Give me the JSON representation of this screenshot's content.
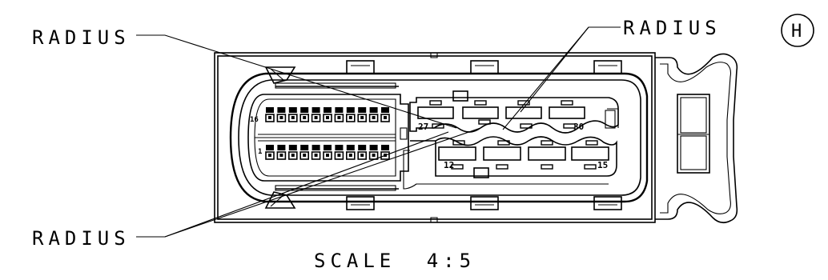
{
  "drawing": {
    "callouts": [
      {
        "label": "RADIUS"
      },
      {
        "label": "RADIUS"
      },
      {
        "label": "RADIUS"
      }
    ],
    "view_marker": "H",
    "scale_text": "SCALE 4:5",
    "pin_numbers": {
      "top_left": "16",
      "bottom_left": "1",
      "right_top_left": "27",
      "right_top_right": "30",
      "right_bottom_left": "12",
      "right_bottom_right": "15"
    }
  }
}
